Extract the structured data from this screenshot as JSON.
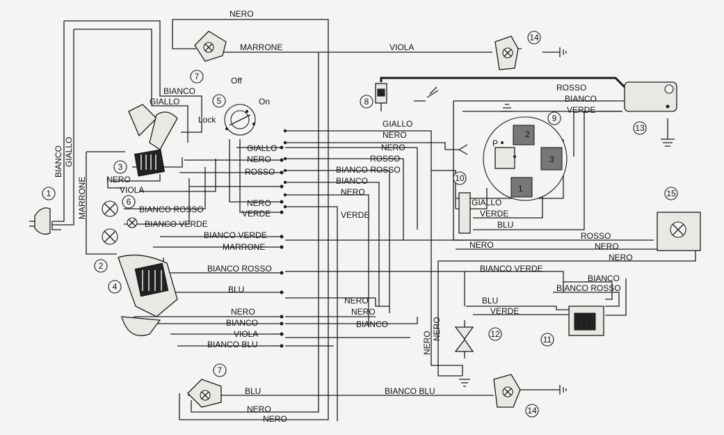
{
  "wires": {
    "nero": "NERO",
    "marrone": "MARRONE",
    "viola": "VIOLA",
    "bianco": "BIANCO",
    "giallo": "GIALLO",
    "rosso": "ROSSO",
    "verde": "VERDE",
    "blu": "BLU",
    "bianco_rosso": "BIANCO ROSSO",
    "bianco_verde": "BIANCO VERDE",
    "bianco_blu": "BIANCO BLU"
  },
  "switch": {
    "off": "Off",
    "on": "On",
    "lock": "Lock"
  },
  "stator": {
    "p": "P",
    "coil1": "1",
    "coil2": "2",
    "coil3": "3"
  },
  "components": [
    "1",
    "2",
    "3",
    "4",
    "5",
    "6",
    "7",
    "8",
    "9",
    "10",
    "11",
    "12",
    "13",
    "14",
    "15"
  ]
}
